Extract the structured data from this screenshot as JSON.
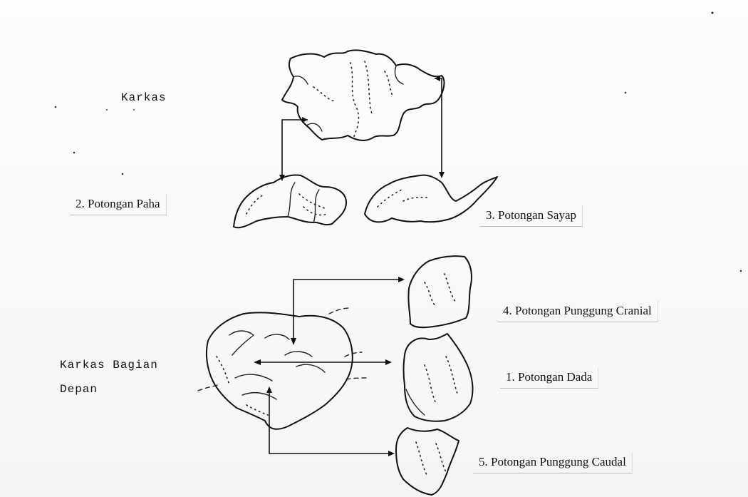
{
  "labels": {
    "karkas": "Karkas",
    "karkas_depan_line1": "Karkas Bagian",
    "karkas_depan_line2": "Depan",
    "paha": "2.  Potongan Paha",
    "sayap": "3.  Potongan Sayap",
    "cranial": "4.  Potongan Punggung Cranial",
    "dada": "1.  Potongan Dada",
    "caudal": "5.  Potongan Punggung Caudal"
  },
  "ink_color": "#111111",
  "paper_color": "#ffffff"
}
